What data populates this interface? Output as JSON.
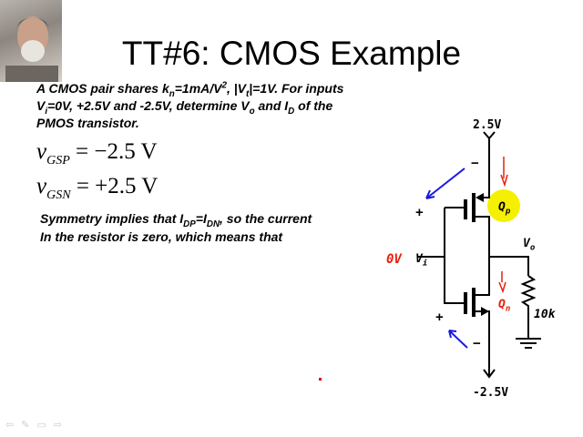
{
  "title": "TT#6: CMOS Example",
  "problem": {
    "line1_a": "A CMOS pair shares k",
    "line1_sub": "n",
    "line1_b": "=1mA/V",
    "line1_sup": "2",
    "line1_c": ", |V",
    "line1_sub2": "t",
    "line1_d": "|=1V. For inputs",
    "line2_a": "V",
    "line2_sub": "i",
    "line2_b": "=0V, +2.5V and -2.5V, determine V",
    "line2_sub2": "o",
    "line2_c": " and I",
    "line2_sub3": "D",
    "line2_d": " of the",
    "line3": "PMOS transistor."
  },
  "equations": [
    {
      "var": "v",
      "sub": "GSP",
      "rhs": "= −2.5 V"
    },
    {
      "var": "v",
      "sub": "GSN",
      "rhs": "= +2.5 V"
    }
  ],
  "symmetry": {
    "a": "Symmetry implies that I",
    "sub1": "DP",
    "b": "=I",
    "sub2": "DN",
    "c": ", so the current",
    "line2": "In the resistor is zero, which means that"
  },
  "circuit": {
    "vdd": "2.5V",
    "vss": "-2.5V",
    "vin_value": "0V",
    "vi": "V",
    "vi_sub": "i",
    "vo": "V",
    "vo_sub": "o",
    "qp": "Q",
    "qp_sub": "p",
    "qn": "Q",
    "qn_sub": "n",
    "resistor": "10k",
    "plus": "+",
    "minus": "−",
    "colors": {
      "annotation_red": "#e8200c",
      "annotation_blue": "#1a1adf",
      "highlight": "#f5f000"
    }
  },
  "toolbar": {
    "icons": [
      "prev-arrow-icon",
      "pen-icon",
      "slide-menu-icon",
      "next-arrow-icon"
    ]
  }
}
